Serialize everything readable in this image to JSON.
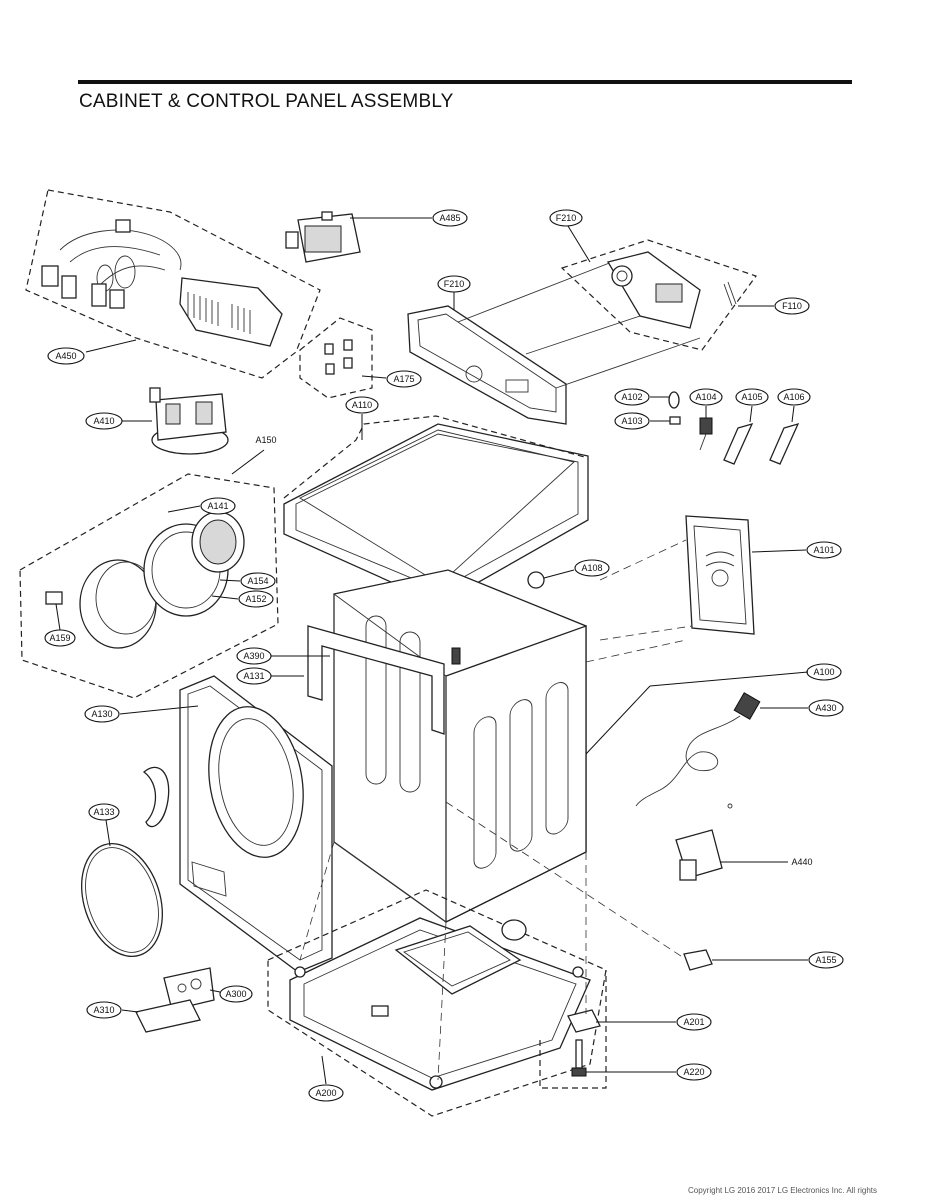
{
  "title": "CABINET & CONTROL  PANEL ASSEMBLY",
  "copyright": "Copyright LG 2016  2017 LG Electronics Inc. All rights",
  "callouts": {
    "a485": "A485",
    "f210_top": "F210",
    "f210": "F210",
    "f110": "F110",
    "a450": "A450",
    "a175": "A175",
    "a410": "A410",
    "a110": "A110",
    "a150": "A150",
    "a102": "A102",
    "a103": "A103",
    "a104": "A104",
    "a105": "A105",
    "a106": "A106",
    "a141": "A141",
    "a154": "A154",
    "a152": "A152",
    "a159": "A159",
    "a108": "A108",
    "a101": "A101",
    "a390": "A390",
    "a131": "A131",
    "a100": "A100",
    "a130": "A130",
    "a430": "A430",
    "a133": "A133",
    "a440": "A440",
    "a155": "A155",
    "a310": "A310",
    "a300": "A300",
    "a201": "A201",
    "a220": "A220",
    "a200": "A200"
  }
}
